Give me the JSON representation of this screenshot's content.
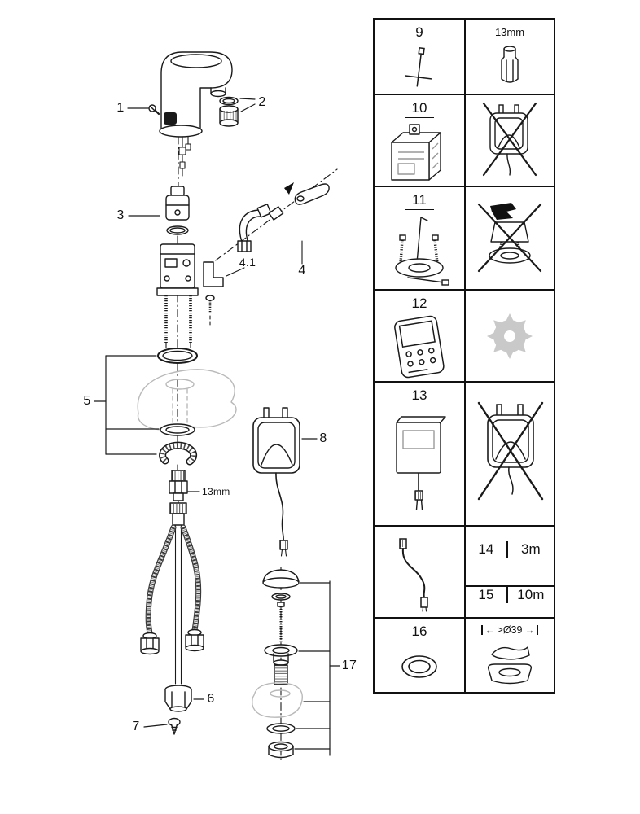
{
  "page": {
    "background": "#ffffff",
    "line_color": "#1a1a1a",
    "muted_color": "#b9b9b9",
    "gear_fill": "#c9c9c9"
  },
  "exploded_view": {
    "callouts": {
      "n1": "1",
      "n2": "2",
      "n3": "3",
      "n4": "4",
      "n4_1": "4.1",
      "n5": "5",
      "n6": "6",
      "n7": "7",
      "n8": "8",
      "n17": "17",
      "shank_wrench_size": "13mm"
    }
  },
  "parts_table": {
    "r9": {
      "num": "9",
      "tool_size": "13mm"
    },
    "r10": {
      "num": "10"
    },
    "r11": {
      "num": "11"
    },
    "r12": {
      "num": "12"
    },
    "r13": {
      "num": "13"
    },
    "r14": {
      "num": "14",
      "length": "3m"
    },
    "r15": {
      "num": "15",
      "length": "10m"
    },
    "r16": {
      "num": "16",
      "min_diameter": ">Ø39"
    }
  },
  "icons": {
    "dim_arrow_left": "←",
    "dim_arrow_right": "→"
  }
}
